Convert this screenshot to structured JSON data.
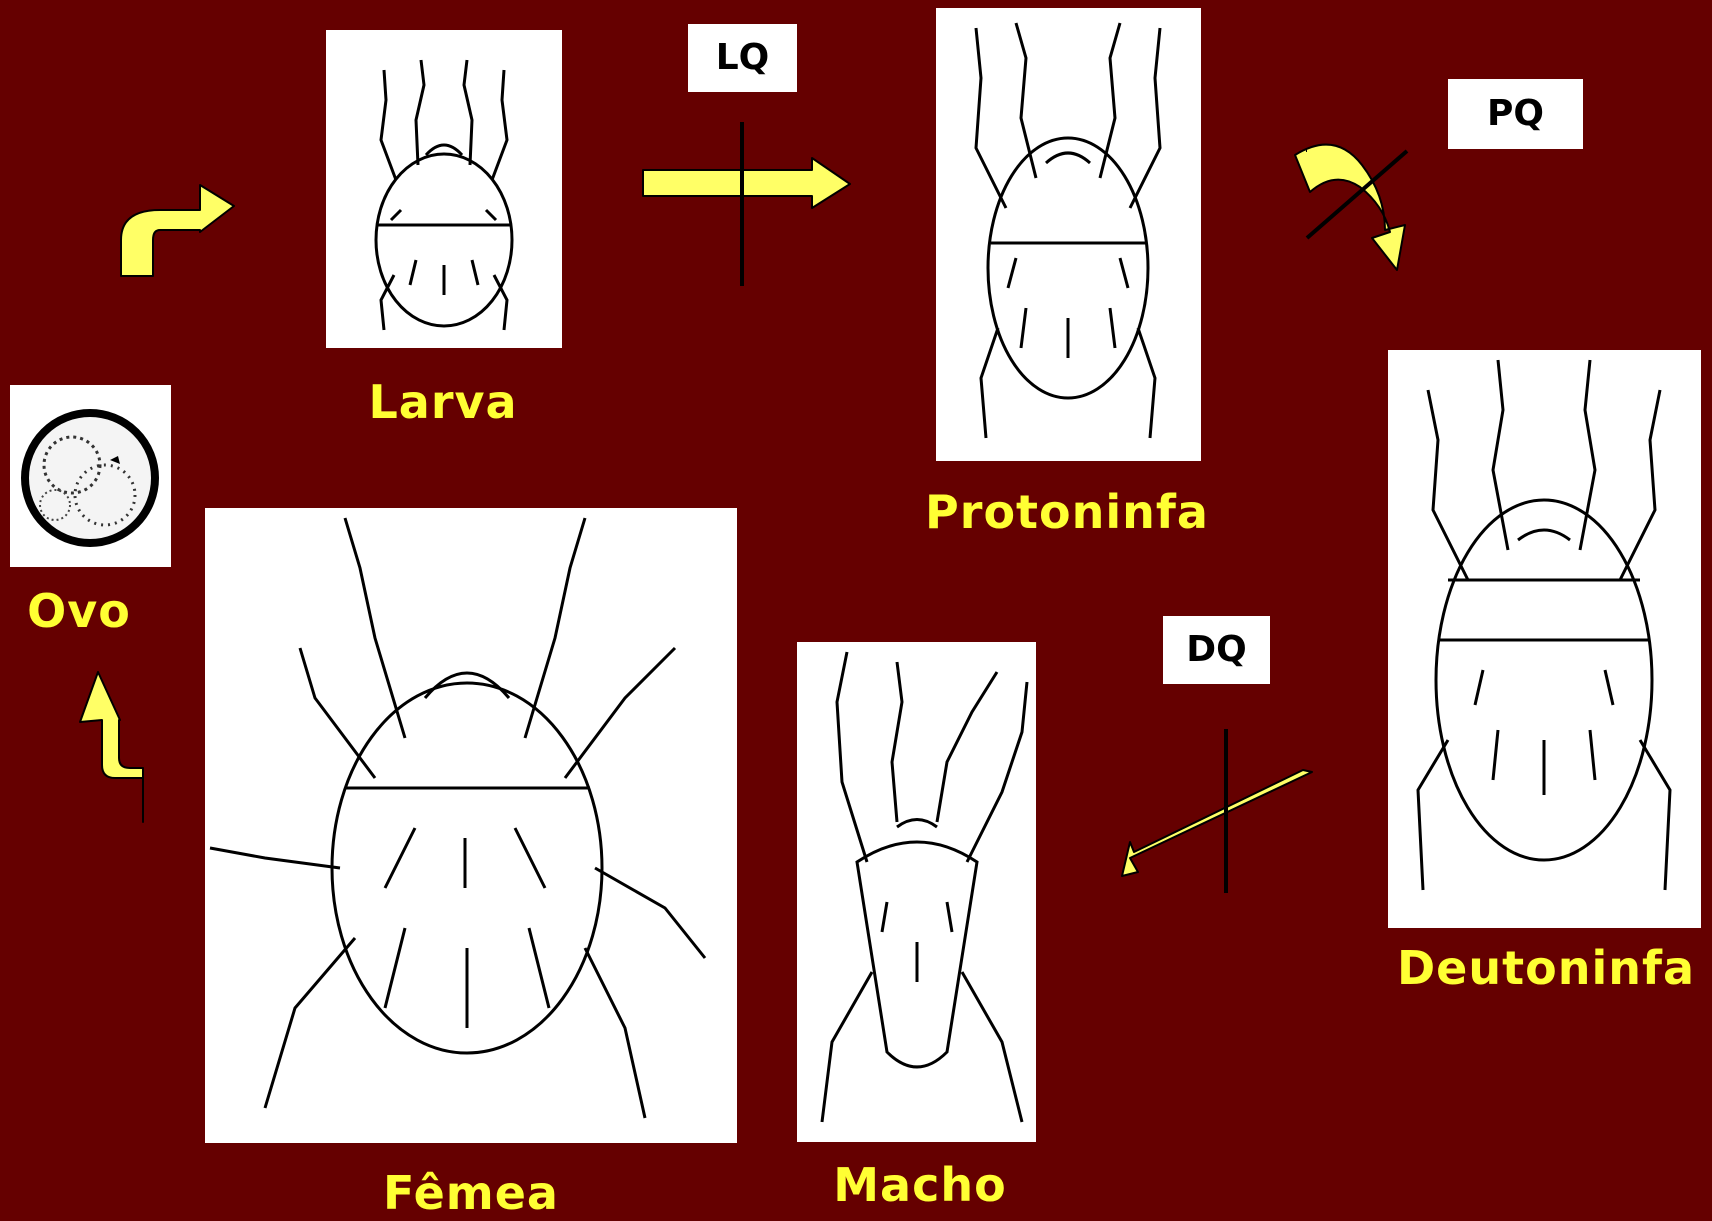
{
  "colors": {
    "background": "#650000",
    "label_text": "#ffff33",
    "arrow_fill": "#ffff66",
    "tag_background": "#ffffff",
    "tag_text": "#000000"
  },
  "stages": {
    "egg": "Ovo",
    "larva": "Larva",
    "protonymph": "Protoninfa",
    "deutonymph": "Deutoninfa",
    "female": "Fêmea",
    "male": "Macho"
  },
  "molts": {
    "larval": "LQ",
    "protonymphal": "PQ",
    "deutonymphal": "DQ"
  }
}
